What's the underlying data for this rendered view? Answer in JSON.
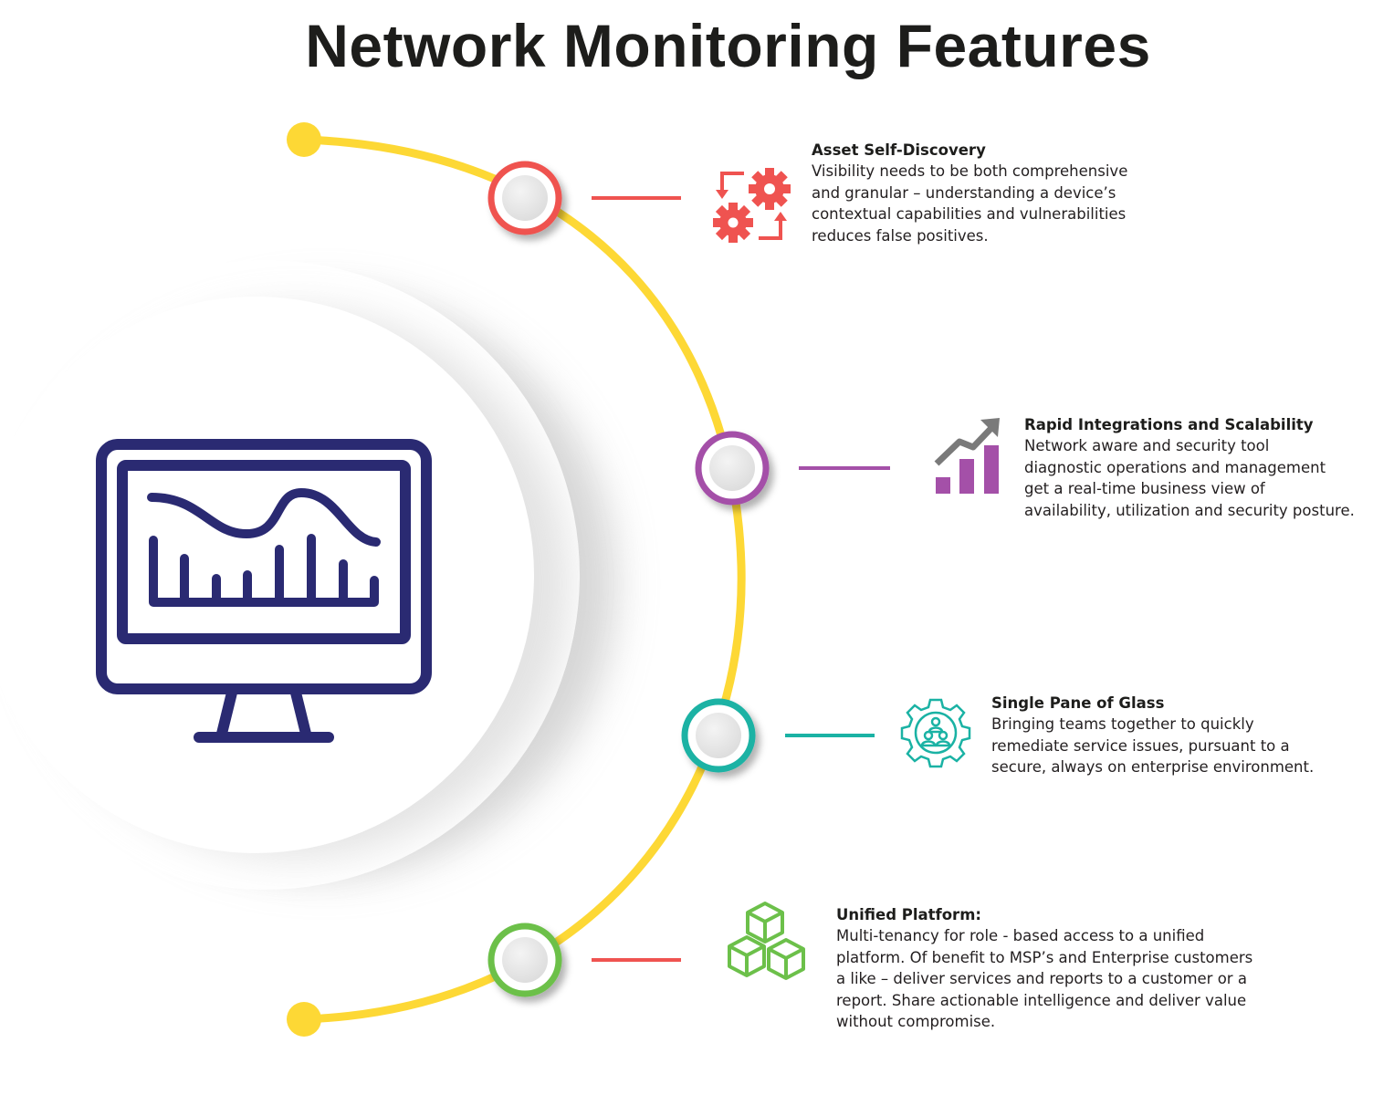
{
  "title": "Network Monitoring Features",
  "colors": {
    "arc": "#fdd835",
    "monitor": "#2a2a72",
    "red": "#ef5350",
    "purple": "#a450a8",
    "teal": "#1ab2a4",
    "green": "#6cc04a"
  },
  "features": [
    {
      "title": "Asset Self-Discovery",
      "description": "Visibility needs to be both comprehensive\nand granular – understanding a device’s\ncontextual capabilities and vulnerabilities\nreduces false positives.",
      "icon": "gears-cycle-icon",
      "color": "#ef5350"
    },
    {
      "title": "Rapid Integrations and Scalability",
      "description": "Network aware and security tool\ndiagnostic operations and management\nget a real-time business view of\navailability, utilization and security posture.",
      "icon": "growth-chart-icon",
      "color": "#a450a8"
    },
    {
      "title": "Single Pane of Glass",
      "description": "Bringing teams together to quickly\nremediate service issues, pursuant to a\nsecure, always on enterprise environment.",
      "icon": "team-gear-icon",
      "color": "#1ab2a4"
    },
    {
      "title": "Unified Platform:",
      "description": "Multi-tenancy for role - based access to a unified\nplatform. Of benefit to MSP’s and Enterprise customers\na like – deliver services and reports to a customer or a\nreport. Share actionable intelligence and deliver value\nwithout compromise.",
      "icon": "cubes-icon",
      "color": "#6cc04a"
    }
  ]
}
